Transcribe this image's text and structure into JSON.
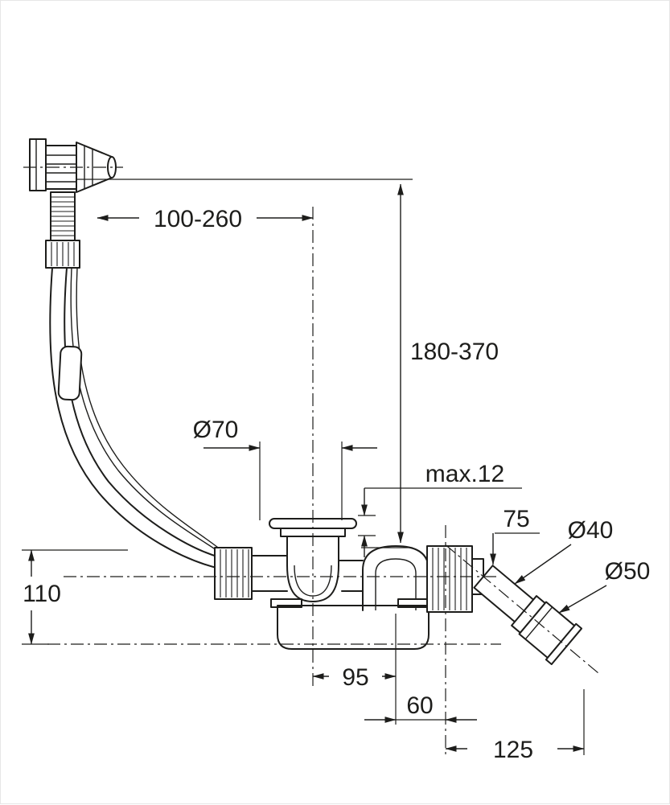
{
  "drawing": {
    "dimensions": {
      "horizontal_adjustment": "100-260",
      "vertical_adjustment": "180-370",
      "waste_flange_diameter": "Ø70",
      "max_rim_thickness": "max.12",
      "outlet_depth": "75",
      "outlet_pipe_diameter": "Ø40",
      "outlet_connector_diameter": "Ø50",
      "trap_height": "110",
      "waste_to_standpipe": "95",
      "standpipe_to_outlet": "60",
      "outlet_length": "125"
    },
    "colors": {
      "line": "#1d1d1b",
      "background": "#ffffff"
    }
  }
}
